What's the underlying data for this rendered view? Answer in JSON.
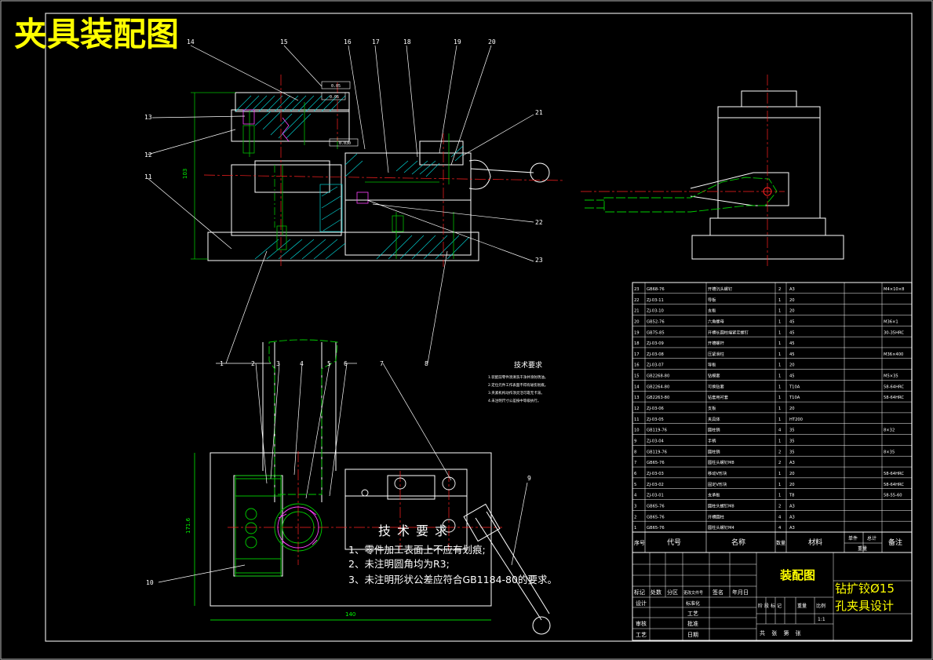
{
  "title": "夹具装配图",
  "balloons": [
    "15",
    "16",
    "17",
    "18",
    "19",
    "20",
    "14",
    "13",
    "12",
    "11",
    "21",
    "22",
    "23",
    "1",
    "2",
    "3",
    "4",
    "5",
    "6",
    "7",
    "8",
    "9",
    "10"
  ],
  "tech_small": {
    "heading": "技术要求",
    "lines": [
      "1.装配前零件须清洗干净并涂防锈油。",
      "2.定位元件工作表面不得有碰伤划痕。",
      "3.夹紧机构动作须灵活可靠无卡滞。",
      "4.未注明尺寸公差按中等级执行。"
    ]
  },
  "tech_large": {
    "heading": "技术要求",
    "lines": [
      "1、零件加工表面上不应有划痕;",
      "2、未注明圆角均为R3;",
      "3、未注明形状公差应符合GB1184-80的要求。"
    ]
  },
  "parts": [
    [
      "23",
      "GB68-76",
      "开槽沉头螺钉",
      "2",
      "A3",
      "M4×10×8"
    ],
    [
      "22",
      "ZJ-03-11",
      "导板",
      "1",
      "20",
      ""
    ],
    [
      "21",
      "ZJ-03-10",
      "支板",
      "1",
      "20",
      ""
    ],
    [
      "20",
      "GB52-76",
      "六角螺母",
      "1",
      "45",
      "M36×1"
    ],
    [
      "19",
      "GB75-85",
      "开槽长圆柱端紧定螺钉",
      "1",
      "45",
      "30-35HRC"
    ],
    [
      "18",
      "ZJ-03-09",
      "开槽螺杆",
      "1",
      "45",
      ""
    ],
    [
      "17",
      "ZJ-03-08",
      "压紧滑柱",
      "1",
      "45",
      "M36×400"
    ],
    [
      "16",
      "ZJ-03-07",
      "导板",
      "1",
      "20",
      ""
    ],
    [
      "15",
      "GB2268-80",
      "钻模套",
      "1",
      "45",
      "M5×35"
    ],
    [
      "14",
      "GB2264-80",
      "可换钻套",
      "1",
      "T10A",
      "58-64HRC"
    ],
    [
      "13",
      "GB2263-80",
      "钻套用衬套",
      "1",
      "T10A",
      "58-64HRC"
    ],
    [
      "12",
      "ZJ-03-06",
      "支板",
      "1",
      "20",
      ""
    ],
    [
      "11",
      "ZJ-03-05",
      "夹具体",
      "1",
      "HT200",
      ""
    ],
    [
      "10",
      "GB119-76",
      "圆柱销",
      "4",
      "35",
      "8×32"
    ],
    [
      "9",
      "ZJ-03-04",
      "手柄",
      "1",
      "35",
      ""
    ],
    [
      "8",
      "GB119-76",
      "圆柱销",
      "2",
      "35",
      "8×35"
    ],
    [
      "7",
      "GB65-76",
      "圆柱头螺钉M8",
      "2",
      "A3",
      ""
    ],
    [
      "6",
      "ZJ-03-03",
      "移动V形块",
      "1",
      "20",
      "58-64HRC"
    ],
    [
      "5",
      "ZJ-03-02",
      "固定V形块",
      "1",
      "20",
      "58-64HRC"
    ],
    [
      "4",
      "ZJ-03-01",
      "支承板",
      "1",
      "T8",
      "58-55-60"
    ],
    [
      "3",
      "GB65-76",
      "圆柱头螺钉M8",
      "2",
      "A3",
      ""
    ],
    [
      "2",
      "GB65-76",
      "开槽圆柱",
      "4",
      "A3",
      ""
    ],
    [
      "1",
      "GB65-76",
      "圆柱头螺钉M4",
      "4",
      "A3",
      ""
    ]
  ],
  "parts_header": {
    "seq": "序号",
    "code": "代号",
    "name": "名称",
    "qty": "数量",
    "material": "材料",
    "single": "单件",
    "total": "总计",
    "weight": "重量",
    "remark": "备注"
  },
  "title_block": {
    "drawing_name": "装配图",
    "project_line1": "钻扩铰Ø15",
    "project_line2": "孔夹具设计",
    "row_labels": [
      "标记",
      "处数",
      "分区",
      "更改文件号",
      "签名",
      "年月日"
    ],
    "design": "设计",
    "std": "标准化",
    "check": "审核",
    "process": "工艺",
    "approve": "批准",
    "stage": "阶段标记",
    "weight": "重量",
    "scale": "比例",
    "scale_val": "1:1",
    "sheet": "共 张 第 张",
    "craft": "工艺",
    "date": "日期"
  },
  "dims": {
    "height": "103",
    "width_bottom": "140",
    "side": "171.6",
    "tol1": "0.05",
    "tol2": "0.030",
    "tol3": "0.05"
  }
}
